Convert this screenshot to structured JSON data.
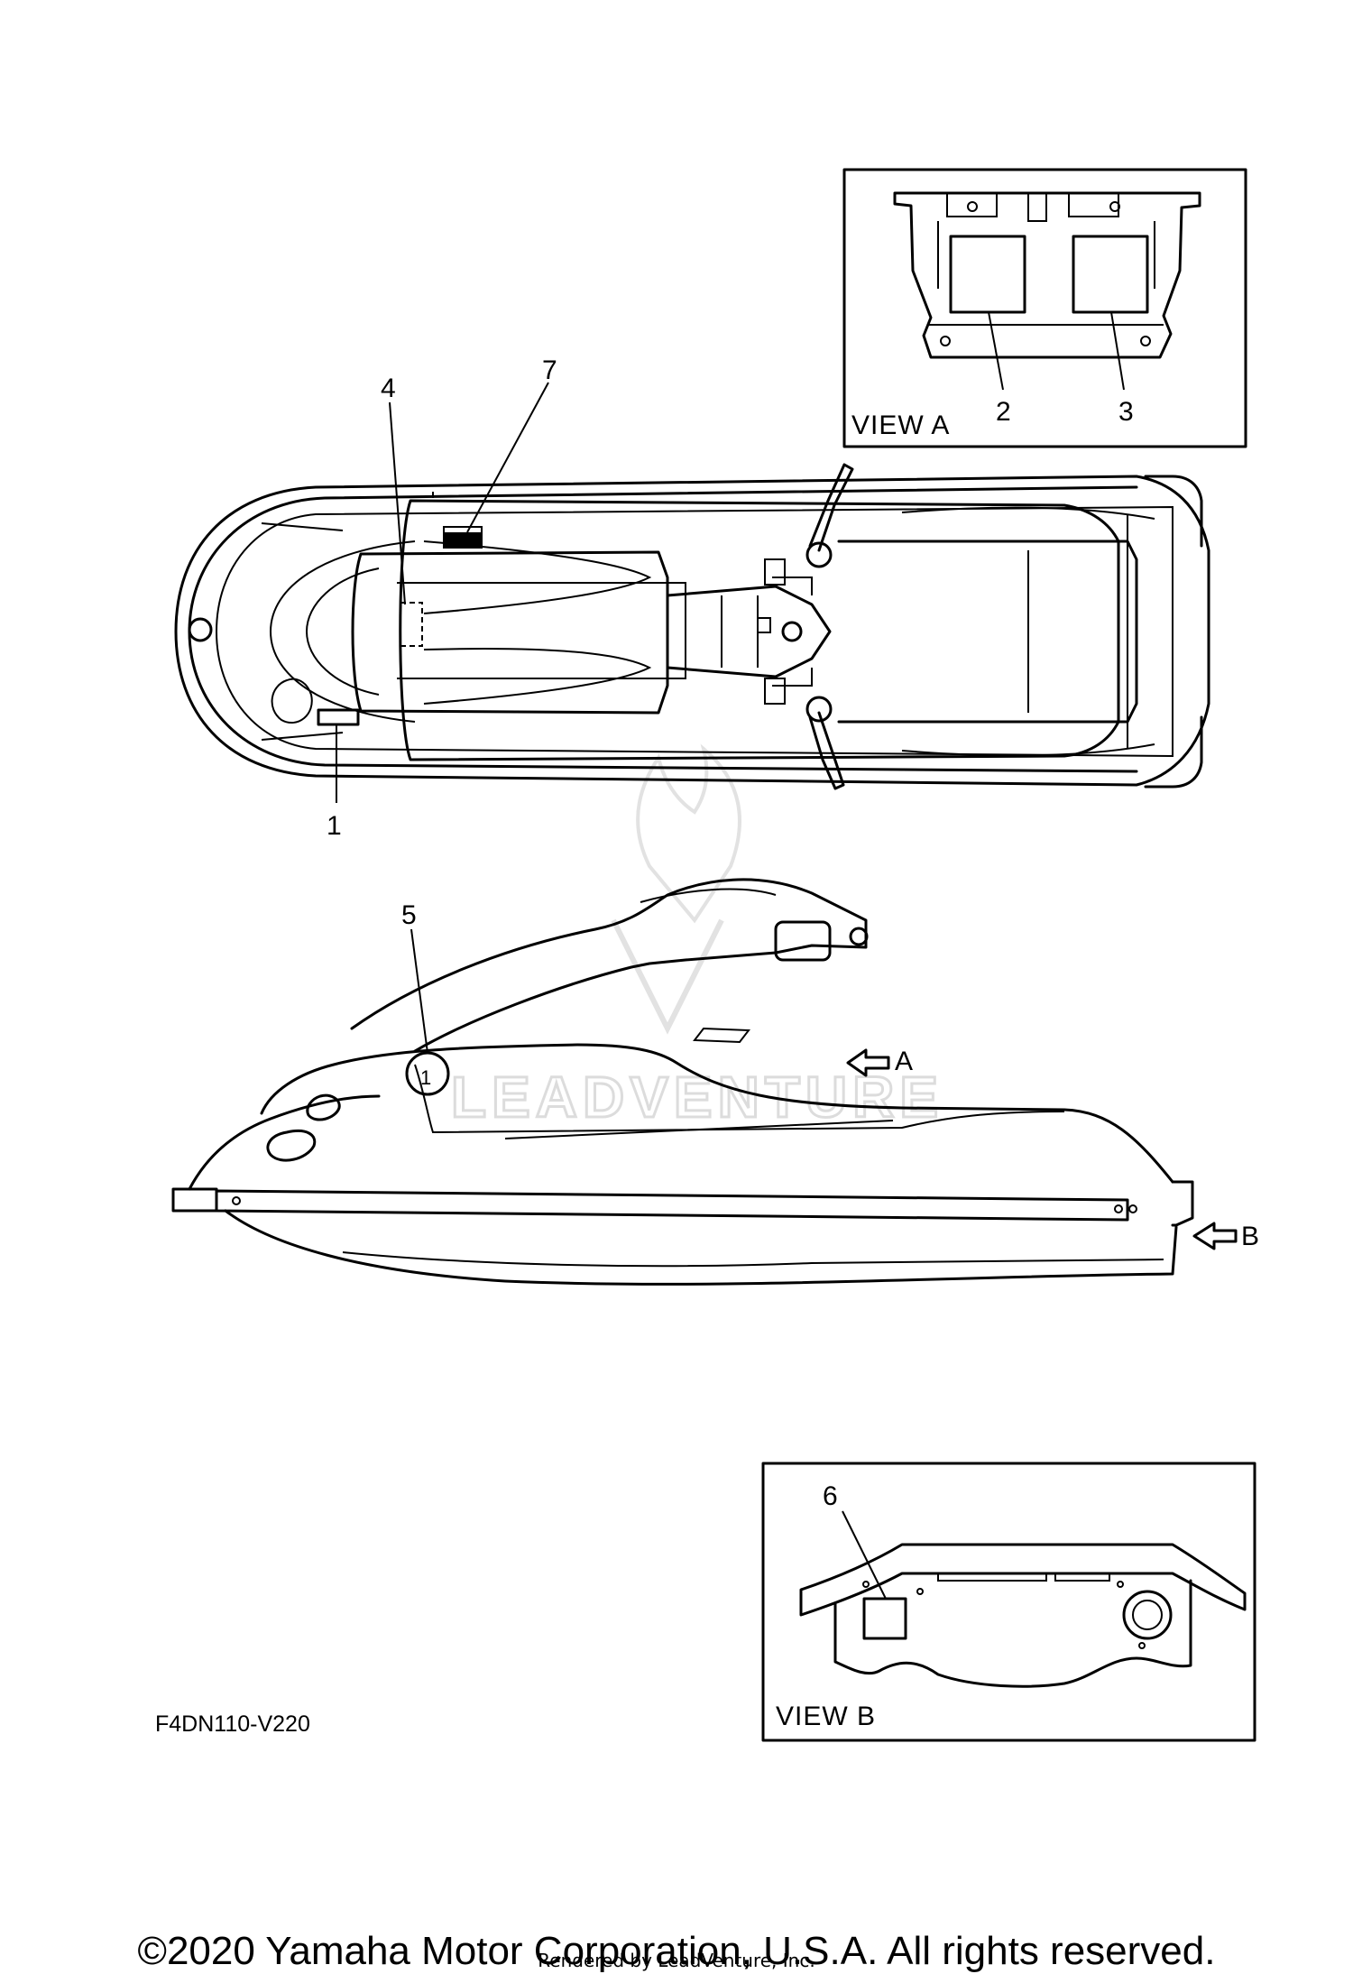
{
  "views": {
    "view_a": {
      "label": "VIEW A"
    },
    "view_b": {
      "label": "VIEW B"
    }
  },
  "callouts": {
    "c1": "1",
    "c2": "2",
    "c3": "3",
    "c4": "4",
    "c5": "5",
    "c6": "6",
    "c7": "7"
  },
  "direction_markers": {
    "a": "A",
    "b": "B"
  },
  "decal_number": "1",
  "diagram_code": "F4DN110-V220",
  "watermark": "LEADVENTURE",
  "footer": {
    "copyright": "©2020 Yamaha Motor Corporation, U.S.A. All rights reserved.",
    "rendered_by": "Rendered by LeadVenture, Inc."
  }
}
